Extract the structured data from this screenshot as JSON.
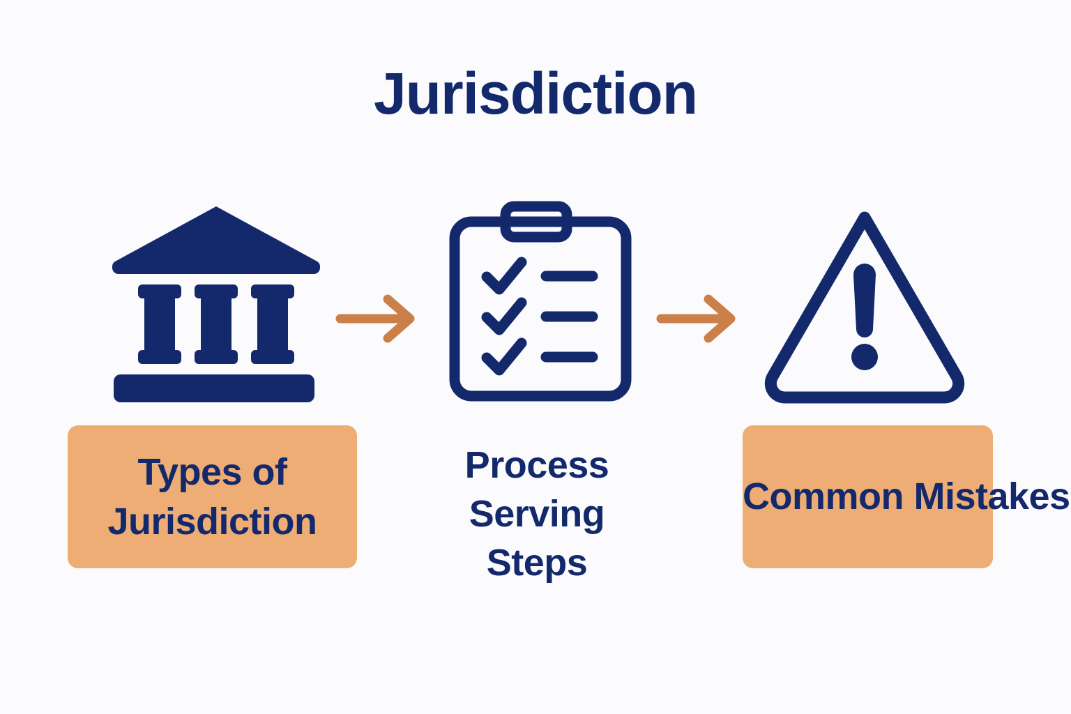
{
  "page": {
    "title": "Jurisdiction",
    "background_color": "#fbfbfd",
    "navy": "#13296b",
    "orange_fill": "#edad74",
    "arrow_color": "#cc8049"
  },
  "flow": {
    "steps": [
      {
        "icon": "courthouse-icon",
        "label": "Types of Jurisdiction",
        "has_box": true,
        "box_color": "#edad74"
      },
      {
        "icon": "clipboard-checklist-icon",
        "label": "Process Serving Steps",
        "has_box": false,
        "box_color": ""
      },
      {
        "icon": "warning-triangle-icon",
        "label": "Common Mistakes",
        "has_box": true,
        "box_color": "#edad74"
      }
    ],
    "connectors": [
      {
        "icon": "arrow-right-icon",
        "color": "#cc8049"
      },
      {
        "icon": "arrow-right-icon",
        "color": "#cc8049"
      }
    ]
  }
}
